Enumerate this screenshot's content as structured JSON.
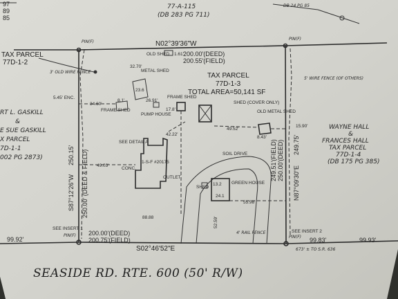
{
  "title_block_left": {
    "lines": [
      "97",
      "89",
      "85"
    ]
  },
  "title_block_top": {
    "line1": "77-A-115",
    "line2": "(DB 283 PG 711)",
    "corner_ref": "DB 24 PG 85"
  },
  "top_boundary": {
    "bearing": "N02°39'36\"W",
    "deed": "200.00'(DEED)",
    "field": "200.55'(FIELD)",
    "pin_left": "PIN(F)",
    "pin_right": "PIN(F)"
  },
  "bottom_boundary": {
    "bearing": "S02°46'52\"E",
    "deed": "200.00'(DEED)",
    "field": "200.75'(FIELD)",
    "pin_left": "PIN(F)",
    "pin_right": "PIN(F)"
  },
  "west_boundary": {
    "bearing": "S87°12'26\"W",
    "dist_a": "250.15'",
    "dist_b": "250.00' (DEED & FIELD)"
  },
  "east_boundary": {
    "bearing": "N87°09'30\"E",
    "dist_a": "249.75'",
    "dist_b": "250.00'(DEED)",
    "dist_c": "249.51'(FIELD)"
  },
  "subject_parcel": {
    "line1": "TAX PARCEL",
    "line2": "77D-1-3",
    "line3": "TOTAL AREA=50,141 SF"
  },
  "west_parcel": {
    "tax_line1": "TAX PARCEL",
    "tax_line2": "77D-1-2",
    "owner1": "RT L. GASKILL",
    "owner2": "&",
    "owner3": "E SUE GASKILL",
    "owner4": "X PARCEL",
    "owner5": "7D-1-1",
    "owner6": "002 PG 2873)"
  },
  "east_parcel": {
    "line1": "WAYNE HALL",
    "line2": "&",
    "line3": "FRANCES HALL",
    "line4": "TAX PARCEL",
    "line5": "77D-1-4",
    "line6": "(DB 175 PG 385)"
  },
  "structures": {
    "old_shed": "OLD SHED",
    "metal_shed": "METAL SHED",
    "frame_shed_left": "FRAME SHED",
    "frame_shed_right": "FRAME SHED",
    "pump_house": "PUMP HOUSE",
    "shed_cover": "SHED (COVER ONLY)",
    "old_metal_shed": "OLD METAL SHED",
    "see_detail": "SEE DETAIL A",
    "house_num": "1-S-F #20175",
    "conc": "CONC.",
    "outlet": "OUTLET",
    "green_house": "GREEN HOUSE",
    "soil_drive": "SOIL DRIVE",
    "shed_small": "SHED",
    "wire_fence_left": "3' OLD WIRE FENCE",
    "wire_fence_right": "5' WIRE FENCE (OF OTHERS)",
    "rail_fence": "4' RAIL FENCE",
    "enc": "5.45' ENC."
  },
  "dimensions": {
    "d1": "1.61'",
    "d2": "32.70'",
    "d3": "26.91'",
    "d4": "34.60'",
    "d5": "8.1'",
    "d6": "23.6",
    "d7": "17.8'",
    "d8": "49.52'",
    "d9": "8.43'",
    "d10": "42.22'",
    "d11": "49.03'",
    "d12": "15.90'",
    "d13": "55.98'",
    "d14": "52.59'",
    "d15": "88.88",
    "d16": "13.2",
    "d17": "24.1"
  },
  "inserts": {
    "left": "SEE INSERT 1",
    "right": "SEE INSERT 2"
  },
  "outside": {
    "left_dist": "99.92'",
    "right_dist1": "99.83'",
    "right_dist2": "99.93'",
    "right_note": "673' ± TO S.R. 636"
  },
  "road": {
    "label": "SEASIDE RD. RTE. 600 (50' R/W)"
  }
}
